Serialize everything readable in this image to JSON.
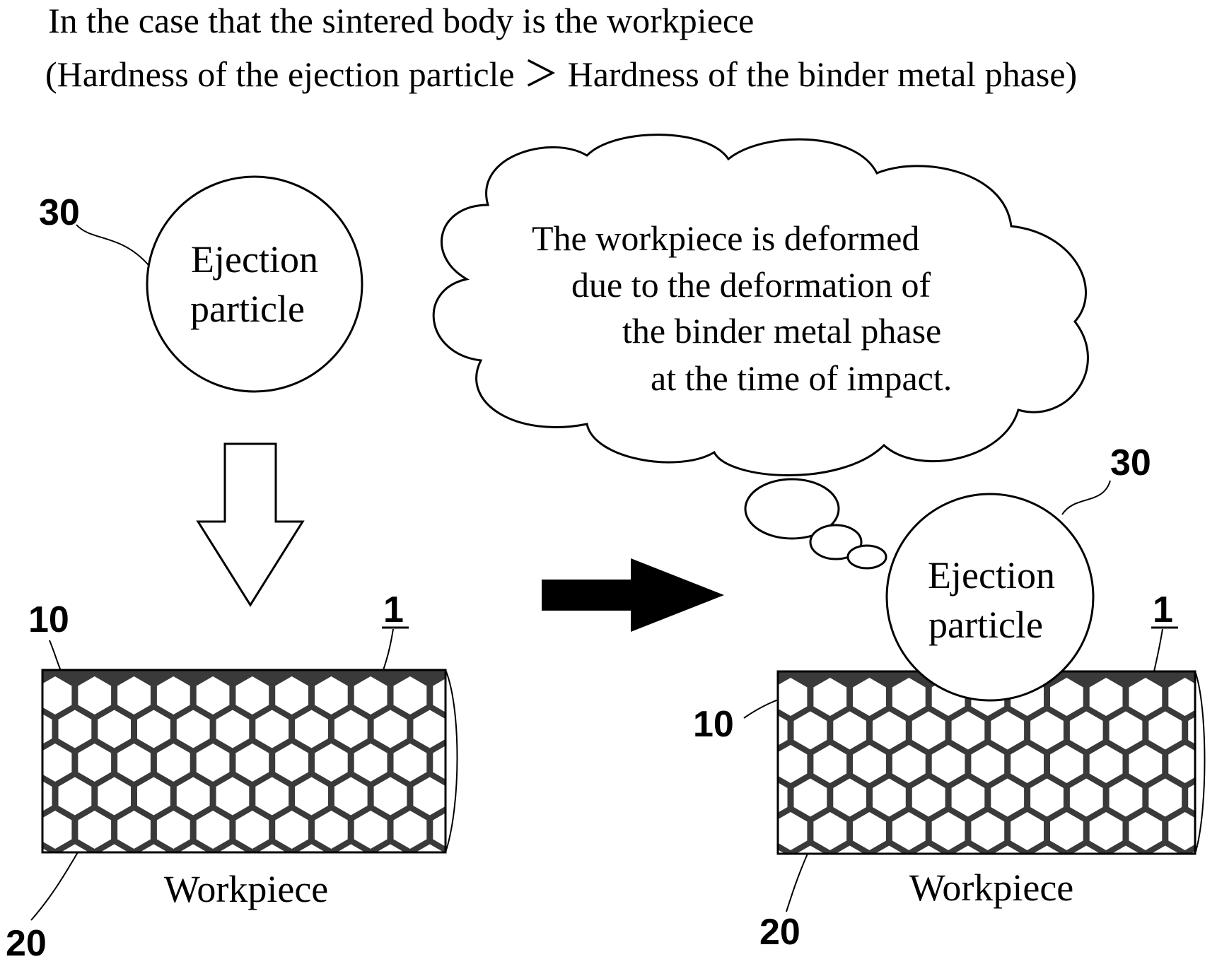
{
  "heading": {
    "line1": "In the case that the sintered body is the workpiece",
    "line2": "(Hardness of the ejection particle ＞ Hardness of the binder metal phase)"
  },
  "left": {
    "particle_ref": "30",
    "particle_label_line1": "Ejection",
    "particle_label_line2": "particle",
    "grain_ref": "10",
    "workpiece_ref": "1",
    "binder_ref": "20",
    "workpiece_label": "Workpiece"
  },
  "right": {
    "particle_ref": "30",
    "particle_label_line1": "Ejection",
    "particle_label_line2": "particle",
    "grain_ref": "10",
    "workpiece_ref": "1",
    "binder_ref": "20",
    "workpiece_label": "Workpiece"
  },
  "thought": {
    "line1": "The workpiece is deformed",
    "line2": "due to the deformation of",
    "line3": "the binder metal phase",
    "line4": "at the time of impact."
  },
  "colors": {
    "binder": "#3a3a3a",
    "grain": "#ffffff",
    "stroke": "#000000"
  }
}
